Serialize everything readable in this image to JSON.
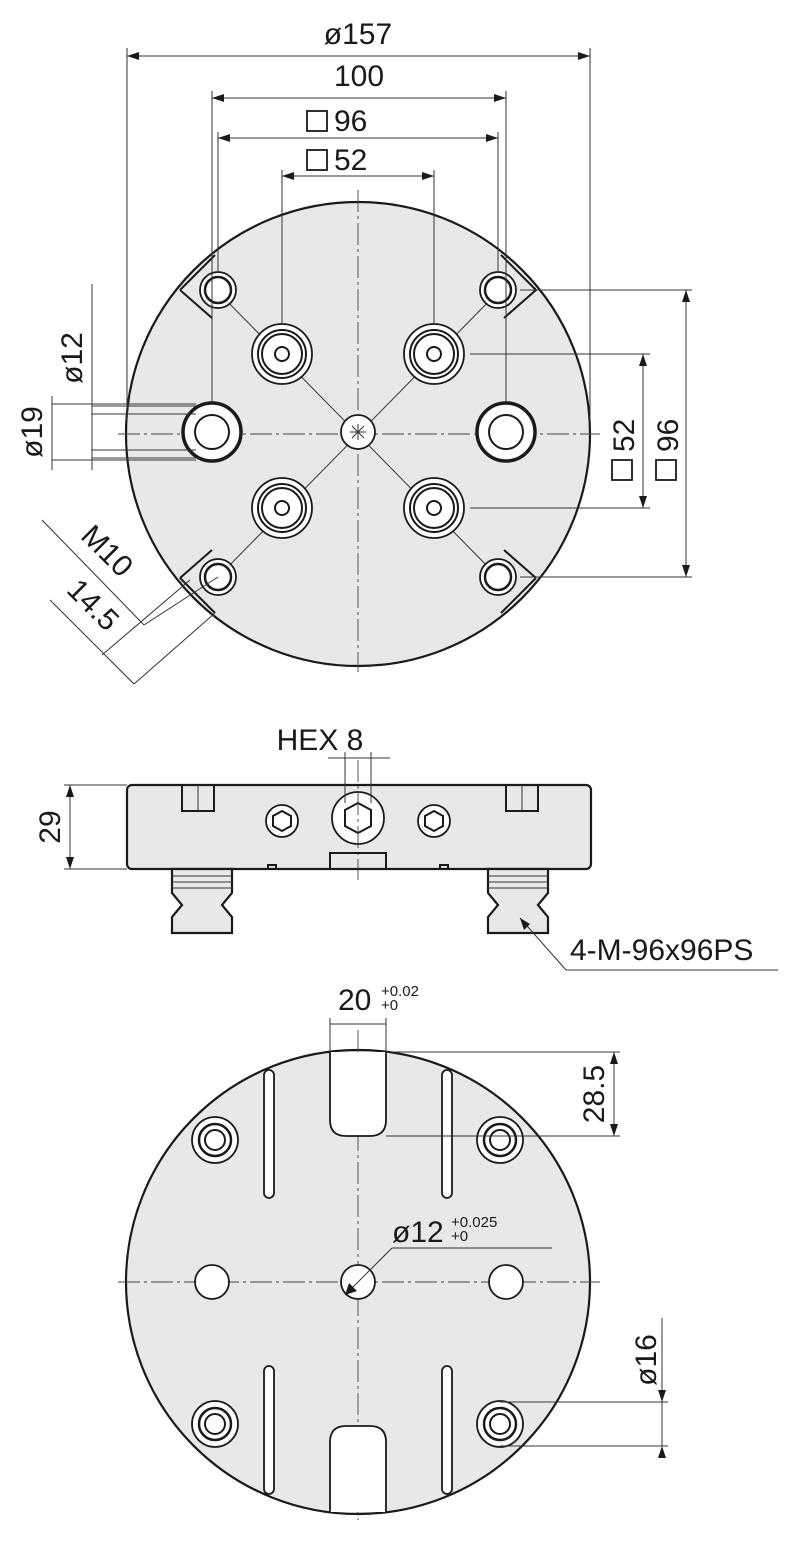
{
  "top_view": {
    "dia_overall": "ø157",
    "width_100": "100",
    "square_96": "96",
    "square_52": "52",
    "dia_12": "ø12",
    "dia_19": "ø19",
    "thread_m10": "M10",
    "dim_14_5": "14.5",
    "right_52": "52",
    "right_96": "96"
  },
  "side_view": {
    "hex": "HEX 8",
    "height_29": "29",
    "callout": "4-M-96x96PS"
  },
  "bottom_view": {
    "slot_width": "20",
    "slot_tol_upper": "+0.02",
    "slot_tol_lower": "+0",
    "slot_depth": "28.5",
    "bore_dia": "ø12",
    "bore_tol_upper": "+0.025",
    "bore_tol_lower": "+0",
    "dia_16": "ø16"
  }
}
